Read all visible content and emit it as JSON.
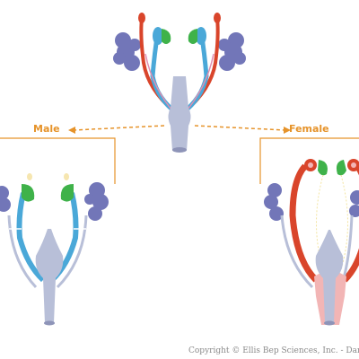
{
  "labels": {
    "male": "Male",
    "female": "Female"
  },
  "copyright": "Copyright © Ellis Bep Sciences, Inc. - Danse",
  "colors": {
    "arrow": "#e6932a",
    "gonad": "#7276b8",
    "wolffian_duct": "#4aa8d8",
    "mullerian_duct": "#d9452b",
    "urogenital_sinus": "#b8bfd8",
    "mesonephric_tubule": "#3fb24a",
    "female_sinus": "#f2b5b5"
  }
}
